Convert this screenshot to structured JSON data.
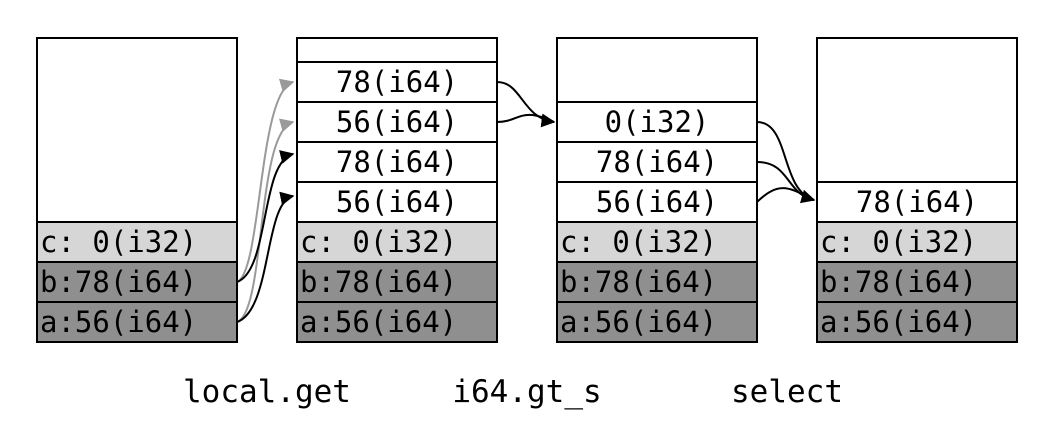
{
  "colors": {
    "local_c": "#d6d6d6",
    "local_b": "#8f8f8f",
    "local_a": "#8f8f8f",
    "border": "#000000",
    "arrow_dark": "#000000",
    "arrow_light": "#9a9a9a"
  },
  "stacks": [
    {
      "operand_cells": [],
      "locals": [
        "c: 0(i32)",
        "b:78(i64)",
        "a:56(i64)"
      ]
    },
    {
      "operand_cells": [
        "78(i64)",
        "56(i64)",
        "78(i64)",
        "56(i64)"
      ],
      "locals": [
        "c: 0(i32)",
        "b:78(i64)",
        "a:56(i64)"
      ]
    },
    {
      "operand_cells": [
        "0(i32)",
        "78(i64)",
        "56(i64)"
      ],
      "locals": [
        "c: 0(i32)",
        "b:78(i64)",
        "a:56(i64)"
      ]
    },
    {
      "operand_cells": [
        "78(i64)"
      ],
      "locals": [
        "c: 0(i32)",
        "b:78(i64)",
        "a:56(i64)"
      ]
    }
  ],
  "captions": [
    "local.get",
    "i64.gt_s",
    "select"
  ]
}
